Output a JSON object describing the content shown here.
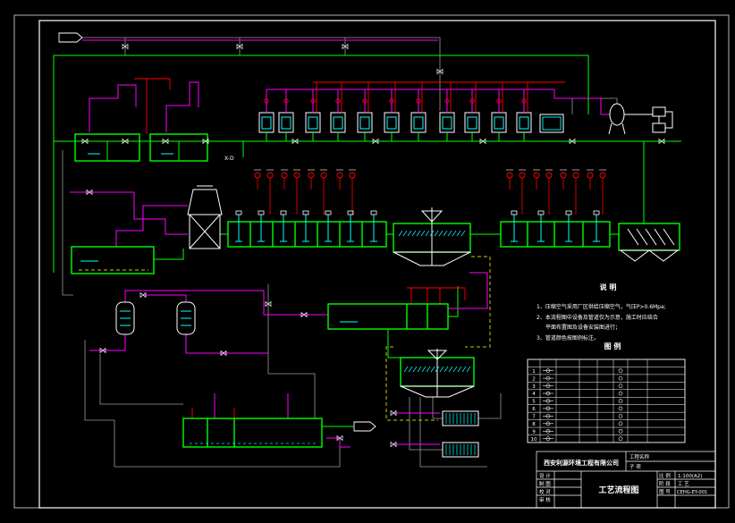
{
  "drawing": {
    "title": "工艺流程图",
    "company": "西安利源环境工程有限公司",
    "tag_xd": "X-D"
  },
  "notes": {
    "heading": "说  明",
    "items": [
      "1、压缩空气采用厂区供给压缩空气，气压P>0.6Mpa;",
      "2、本流程图中设备及管道仅为示意，施工时应结合",
      "平面布置图及设备安装图进行；",
      "3、管道颜色按图例标注。"
    ]
  },
  "legend": {
    "heading": "图  例",
    "row_numbers": [
      "1",
      "2",
      "3",
      "4",
      "5",
      "6",
      "7",
      "8",
      "9",
      "10"
    ]
  },
  "title_block": {
    "project_label": "工程名称",
    "subitem_label": "子  项",
    "design_label": "设  计",
    "drafting_label": "制  图",
    "check_label": "校  对",
    "review_label": "审  核",
    "scale_label": "比  例",
    "scale_value": "1:100(A2)",
    "stage_label": "阶  段",
    "stage_value": "工  艺",
    "drawing_no_label": "图  号",
    "drawing_no_value": "CEHG-EY-001"
  },
  "colors": {
    "background": "#000000",
    "frame": "#ffffff",
    "equipment": "#00ff00",
    "chemical_line": "#ff00ff",
    "instrument_line": "#ff0000",
    "internals": "#00ffff",
    "sludge_line": "#c8c800",
    "utility_line": "#9a9a9a"
  }
}
